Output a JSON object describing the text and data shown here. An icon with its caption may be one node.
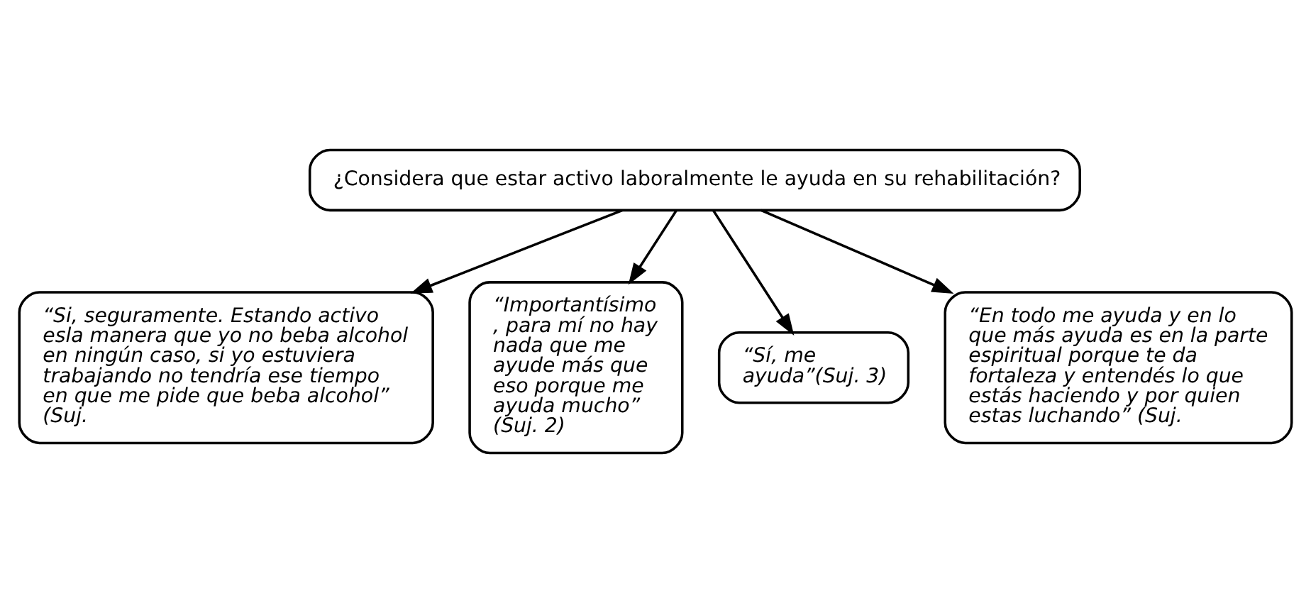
{
  "diagram": {
    "nodes": [
      {
        "text": [
          "¿Considera que estar activo laboralmente le ayuda en su rehabilitación?"
        ]
      },
      {
        "text": [
          "“Si, seguramente. Estando activo esla manera que yo no beba alcohol en ningún caso, si yo estuviera trabajando no tendría ese tiempo en que me pide que beba alcohol” (Suj."
        ]
      },
      {
        "text": [
          "“Importantísimo , para mí no hay nada que me ayude más que eso porque me ayuda mucho” (Suj. 2)"
        ]
      },
      {
        "text": [
          "“Sí, me ayuda”(Suj. 3)"
        ]
      },
      {
        "text": [
          "“En todo me ayuda y en lo que más ayuda es en la parte espiritual porque te da fortaleza y entendés lo que estás haciendo y por quien estas luchando” (Suj."
        ]
      }
    ],
    "edges": [
      {
        "from": 0,
        "to": 1,
        "arrow": "to"
      },
      {
        "from": 0,
        "to": 2,
        "arrow": "to"
      },
      {
        "from": 0,
        "to": 3,
        "arrow": "to"
      },
      {
        "from": 0,
        "to": 4,
        "arrow": "to"
      }
    ]
  }
}
